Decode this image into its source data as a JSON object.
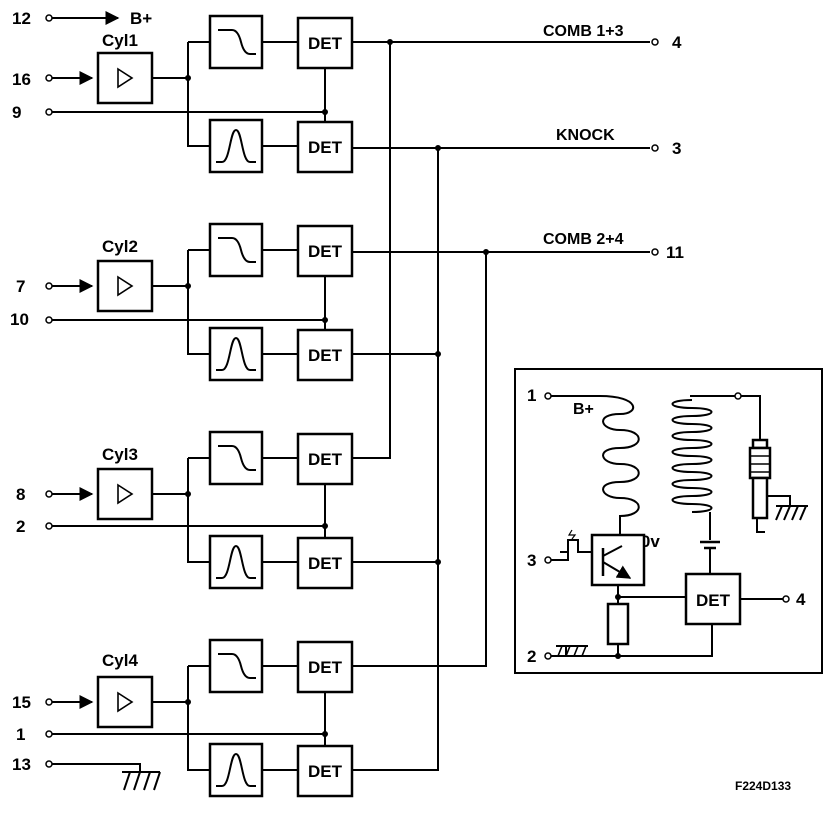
{
  "figure_code": "F224D133",
  "pins": {
    "p12": "12",
    "p16": "16",
    "p9": "9",
    "p7": "7",
    "p10": "10",
    "p8": "8",
    "p2": "2",
    "p15": "15",
    "p1": "1",
    "p13": "13"
  },
  "supply_label": "B+",
  "channels": [
    "Cyl1",
    "Cyl2",
    "Cyl3",
    "Cyl4"
  ],
  "det_label": "DET",
  "outputs": {
    "comb13": {
      "label": "COMB 1+3",
      "pin": "4"
    },
    "knock": {
      "label": "KNOCK",
      "pin": "3"
    },
    "comb24": {
      "label": "COMB 2+4",
      "pin": "11"
    }
  },
  "inset": {
    "pin1": "1",
    "b_plus": "B+",
    "pin3": "3",
    "pin2": "2",
    "voltage": "120v",
    "det_label": "DET",
    "out_pin": "4"
  }
}
